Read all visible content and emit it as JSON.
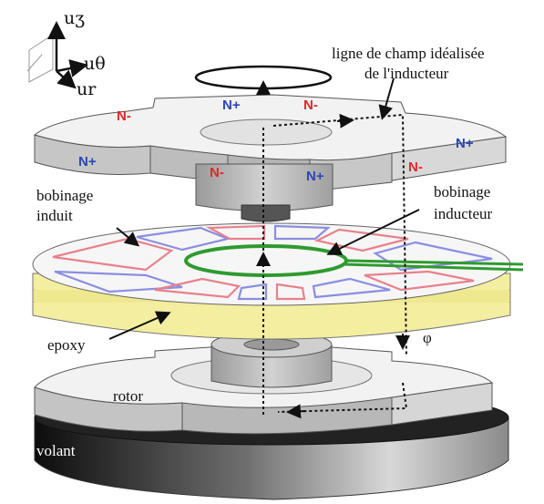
{
  "axes": {
    "z_label": "uʒ",
    "theta_label": "uθ",
    "r_label": "ur"
  },
  "labels": {
    "ideal_field_line_1": "ligne de champ idéalisée",
    "ideal_field_line_2": "de l'inducteur",
    "armature_winding_1": "bobinage",
    "armature_winding_2": "induit",
    "inductor_winding_1": "bobinage",
    "inductor_winding_2": "inducteur",
    "epoxy": "epoxy",
    "rotor": "rotor",
    "flywheel": "volant",
    "flux": "φ"
  },
  "poles": {
    "n_minus": "N-",
    "n_plus": "N+"
  },
  "colors": {
    "pole_n_minus": "#e0262a",
    "pole_n_plus": "#2a46b8",
    "coil_red": "#e8808c",
    "coil_blue": "#8a8ee0",
    "inductor_coil": "#2f9a2f",
    "epoxy_layer": "#f3eea0"
  }
}
